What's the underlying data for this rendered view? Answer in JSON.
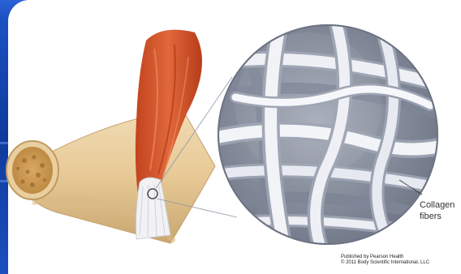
{
  "labels": {
    "collagen_line1": "Collagen",
    "collagen_line2": "fibers"
  },
  "credit": {
    "line1": "Published by Pearson Health",
    "line2": "© 2011 Body Scientific International, LLC"
  },
  "colors": {
    "slide_blue": "#1d4fb8",
    "bone": "#e8cfa3",
    "muscle": "#d2532b",
    "fiber": "#e8ebf2",
    "fiber_shadow": "#8b93a5"
  }
}
